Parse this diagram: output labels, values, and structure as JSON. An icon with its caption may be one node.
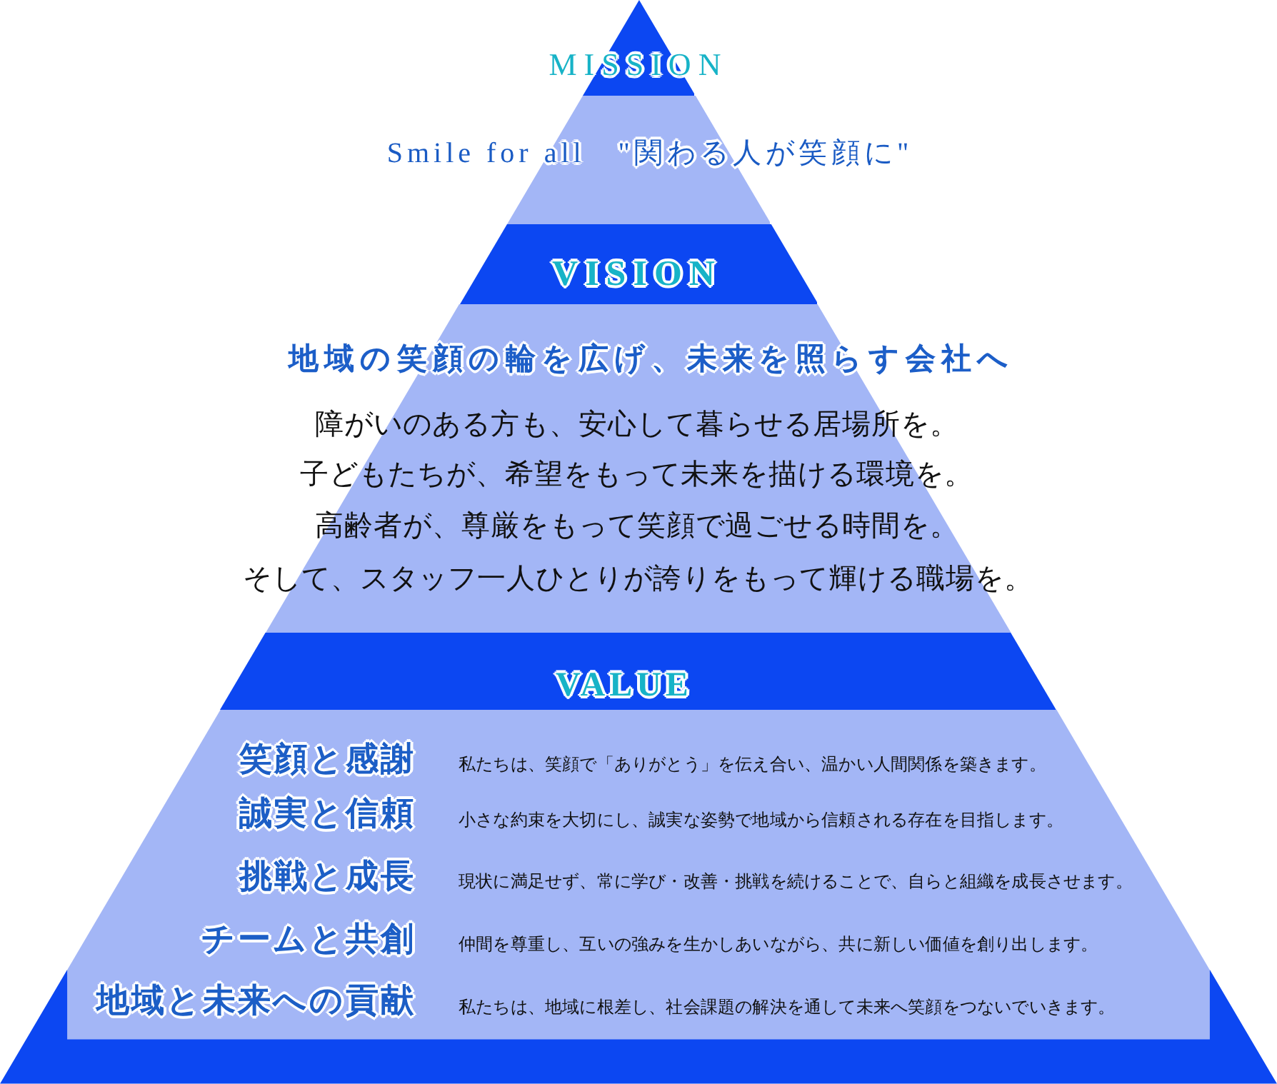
{
  "diagram": {
    "nodes": [
      {
        "text": [
          "MISSION"
        ]
      },
      {
        "text": [
          "Smile for all　\"関わる人が笑顔に\""
        ]
      },
      {
        "text": [
          "VISION"
        ]
      },
      {
        "text": [
          "地域の笑顔の輪を広げ、未来を照らす会社へ",
          "障がいのある方も、安心して暮らせる居場所を。",
          "子どもたちが、希望をもって未来を描ける環境を。",
          "高齢者が、尊厳をもって笑顔で過ごせる時間を。",
          "そして、スタッフ一人ひとりが誇りをもって輝ける職場を。"
        ]
      },
      {
        "text": [
          "VALUE"
        ]
      },
      {
        "text": [
          "笑顔と感謝",
          "私たちは、笑顔で「ありがとう」を伝え合い、温かい人間関係を築きます。",
          "誠実と信頼",
          "小さな約束を大切にし、誠実な姿勢で地域から信頼される存在を目指します。",
          "挑戦と成長",
          "現状に満足せず、常に学び・改善・挑戦を続けることで、自らと組織を成長させます。",
          "チームと共創",
          "仲間を尊重し、互いの強みを生かしあいながら、共に新しい価値を創り出します。",
          "地域と未来への貢献",
          "私たちは、地域に根差し、社会課題の解決を通して未来へ笑顔をつないでいきます。"
        ]
      },
      {
        "text": [],
        "shape": "bar"
      }
    ]
  }
}
